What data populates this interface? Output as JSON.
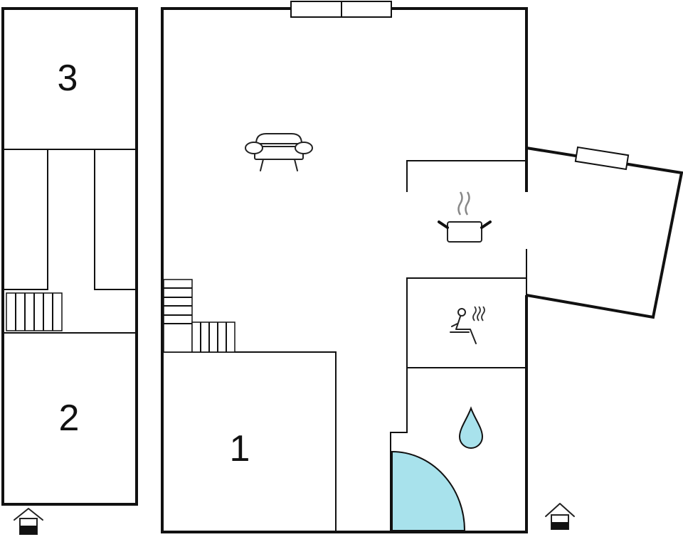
{
  "rooms": [
    {
      "number": "3"
    },
    {
      "number": "2"
    },
    {
      "number": "1"
    }
  ],
  "colors": {
    "wall": "#111111",
    "water": "#a8e2ec",
    "background": "#ffffff"
  },
  "icons": [
    "sofa-icon",
    "cooking-pot-icon",
    "sauna-icon",
    "water-drop-icon",
    "entrance-icon"
  ]
}
